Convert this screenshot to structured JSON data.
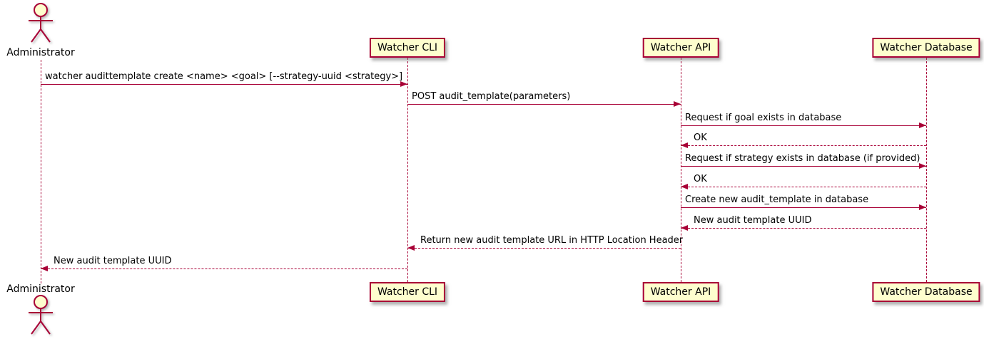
{
  "colors": {
    "participant_fill": "#FEFECE",
    "line": "#A80036",
    "text": "#000000",
    "background": "#FFFFFF"
  },
  "actor": {
    "label": "Administrator"
  },
  "participants": [
    {
      "label": "Watcher CLI"
    },
    {
      "label": "Watcher API"
    },
    {
      "label": "Watcher Database"
    }
  ],
  "messages": [
    {
      "label": "watcher audittemplate create <name> <goal> [--strategy-uuid <strategy>]",
      "from": "Administrator",
      "to": "Watcher CLI",
      "line": "solid"
    },
    {
      "label": "POST audit_template(parameters)",
      "from": "Watcher CLI",
      "to": "Watcher API",
      "line": "solid"
    },
    {
      "label": "Request if goal exists in database",
      "from": "Watcher API",
      "to": "Watcher Database",
      "line": "solid"
    },
    {
      "label": "OK",
      "from": "Watcher Database",
      "to": "Watcher API",
      "line": "dashed"
    },
    {
      "label": "Request if strategy exists in database (if provided)",
      "from": "Watcher API",
      "to": "Watcher Database",
      "line": "solid"
    },
    {
      "label": "OK",
      "from": "Watcher Database",
      "to": "Watcher API",
      "line": "dashed"
    },
    {
      "label": "Create new audit_template in database",
      "from": "Watcher API",
      "to": "Watcher Database",
      "line": "solid"
    },
    {
      "label": "New audit template UUID",
      "from": "Watcher Database",
      "to": "Watcher API",
      "line": "dashed"
    },
    {
      "label": "Return new audit template URL in HTTP Location Header",
      "from": "Watcher API",
      "to": "Watcher CLI",
      "line": "dashed"
    },
    {
      "label": "New audit template UUID",
      "from": "Watcher CLI",
      "to": "Administrator",
      "line": "dashed"
    }
  ]
}
